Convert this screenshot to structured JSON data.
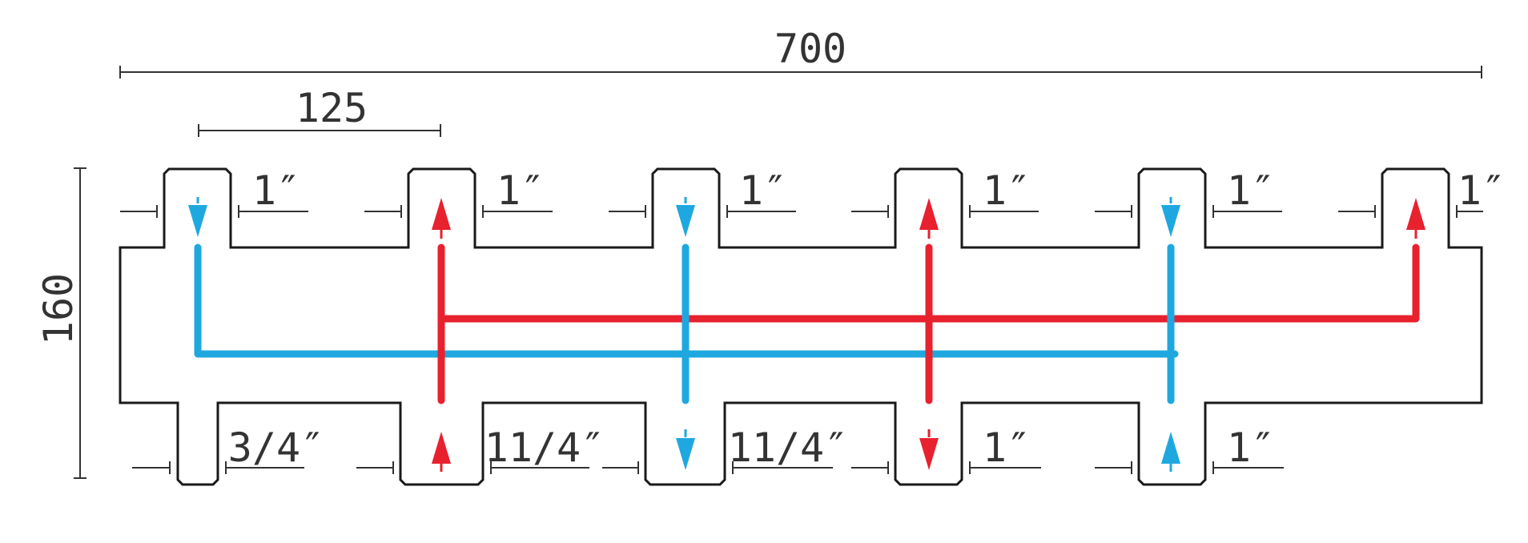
{
  "dimensions": {
    "overall_width": "700",
    "pitch": "125",
    "height": "160"
  },
  "top_ports": [
    {
      "size": "1″",
      "flow": "down",
      "color": "blue"
    },
    {
      "size": "1″",
      "flow": "up",
      "color": "red"
    },
    {
      "size": "1″",
      "flow": "down",
      "color": "blue"
    },
    {
      "size": "1″",
      "flow": "up",
      "color": "red"
    },
    {
      "size": "1″",
      "flow": "down",
      "color": "blue"
    },
    {
      "size": "1″",
      "flow": "up",
      "color": "red"
    }
  ],
  "bottom_ports": [
    {
      "size": "3/4″",
      "flow": "none",
      "color": "none"
    },
    {
      "size": "11/4″",
      "flow": "up",
      "color": "red"
    },
    {
      "size": "11/4″",
      "flow": "down",
      "color": "blue"
    },
    {
      "size": "1″",
      "flow": "down",
      "color": "red"
    },
    {
      "size": "1″",
      "flow": "up",
      "color": "blue"
    }
  ],
  "colors": {
    "supply_hot": "#e8212e",
    "return_cold": "#1fa8df",
    "outline": "#1a1a1a",
    "dimension": "#333333"
  }
}
